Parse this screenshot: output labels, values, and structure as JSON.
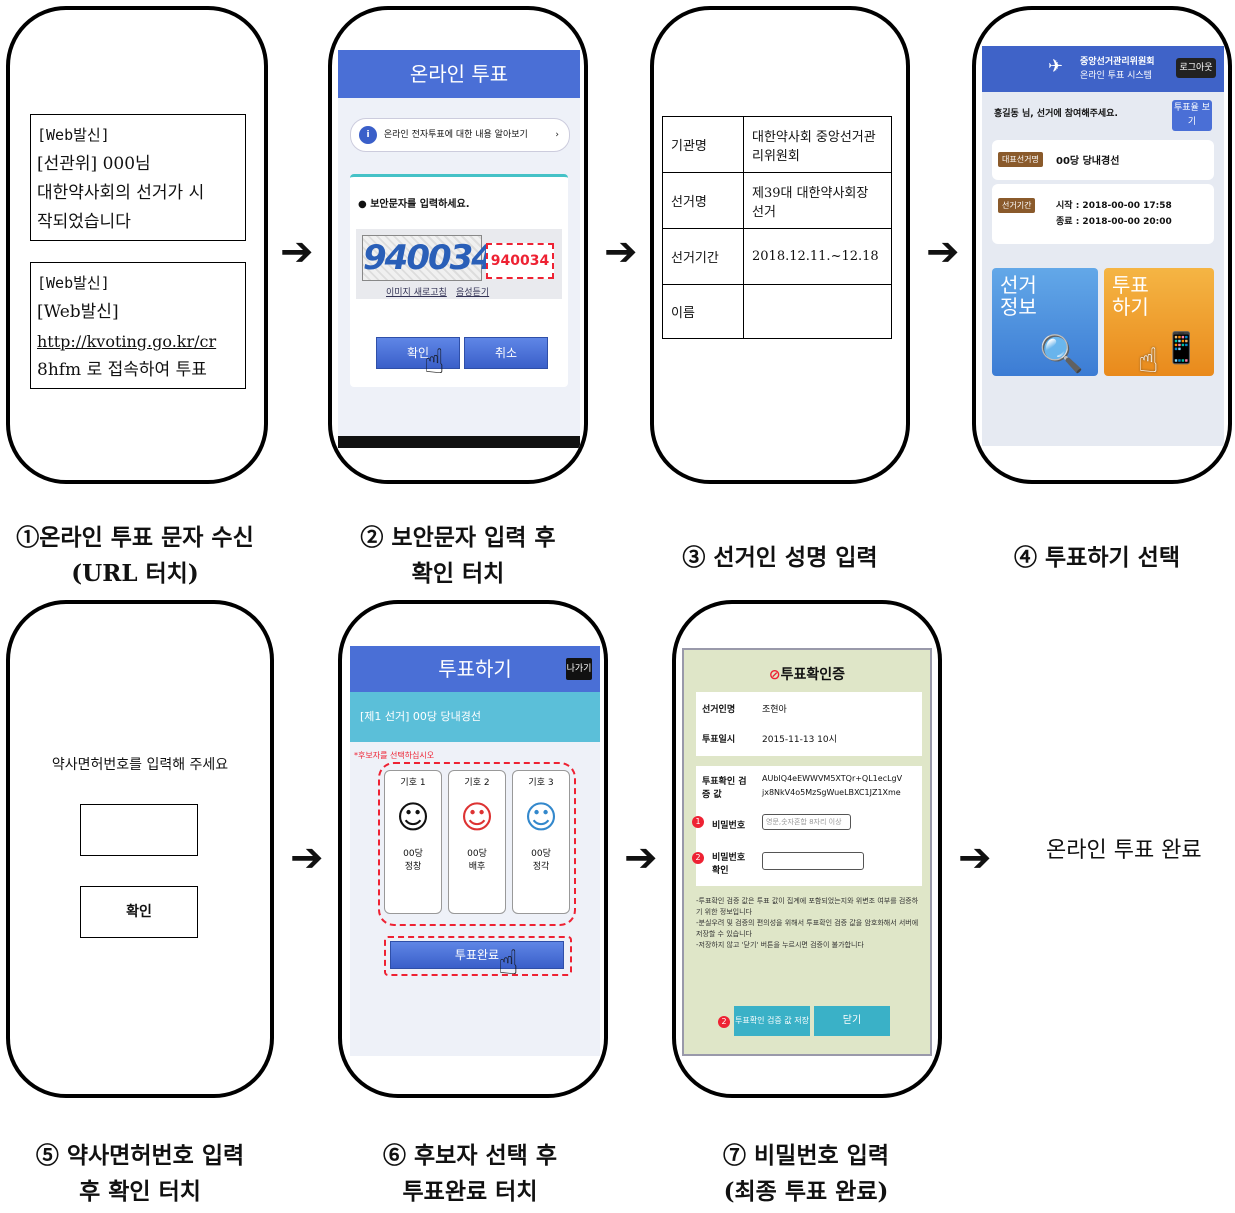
{
  "steps": [
    {
      "caption1": "①온라인 투표 문자 수신",
      "caption2": "(URL 터치)"
    },
    {
      "caption1": "② 보안문자 입력 후",
      "caption2": "확인 터치"
    },
    {
      "caption1": "③ 선거인 성명 입력",
      "caption2": ""
    },
    {
      "caption1": "④ 투표하기 선택",
      "caption2": ""
    },
    {
      "caption1": "⑤ 약사면허번호 입력",
      "caption2": "후 확인 터치"
    },
    {
      "caption1": "⑥ 후보자 선택 후",
      "caption2": "투표완료 터치"
    },
    {
      "caption1": "⑦ 비밀번호 입력",
      "caption2": "(최종 투표 완료)"
    }
  ],
  "final_text": "온라인 투표 완료",
  "arrow_glyph": "➔",
  "sms": {
    "msg1": {
      "line1": "[Web발신]",
      "line2": "[선관위] 000님",
      "line3": "대한약사회의 선거가 시",
      "line4": "작되었습니다"
    },
    "msg2": {
      "line1": "[Web발신]",
      "line2": "[Web발신]",
      "line3": "http://kvoting.go.kr/cr",
      "line4": "8hfm    로 접속하여 투표"
    }
  },
  "captcha_screen": {
    "title": "온라인 투표",
    "info": "온라인 전자투표에 대한 내용 알아보기",
    "prompt": "보안문자를 입력하세요.",
    "captcha_image_text": "940034",
    "captcha_input": "940034",
    "refresh_link": "이미지 새로고침",
    "audio_link": "음성듣기",
    "ok": "확인",
    "cancel": "취소"
  },
  "election_table": {
    "rows": [
      {
        "label": "기관명",
        "value": "대한약사회 중앙선거관리위원회"
      },
      {
        "label": "선거명",
        "value": "제39대 대한약사회장 선거"
      },
      {
        "label": "선거기간",
        "value": "2018.12.11.~12.18"
      },
      {
        "label": "이름",
        "value": ""
      }
    ]
  },
  "vote_select_screen": {
    "org": "중앙선거관리위원회",
    "system": "온라인 투표 시스템",
    "logout": "로그아웃",
    "greeting": "홍길동 님, 선거에 참여해주세요.",
    "view_vote": "투표율 보기",
    "election_label": "대표선거명",
    "election_name": "00당 당내경선",
    "period_label": "선거기간",
    "start": "시작 : 2018-00-00 17:58",
    "end": "종료 : 2018-00-00 20:00",
    "tile_info": "선거 정보",
    "tile_vote": "투표 하기"
  },
  "license_screen": {
    "prompt": "약사면허번호를 입력해 주세요",
    "input_value": "",
    "ok": "확인"
  },
  "candidate_screen": {
    "title": "투표하기",
    "corner_btn": "나가기",
    "election": "[제1 선거] 00당 당내경선",
    "notice": "*후보자를 선택하십시오",
    "candidates": [
      {
        "num": "기호 1",
        "party": "00당",
        "name": "정창"
      },
      {
        "num": "기호 2",
        "party": "00당",
        "name": "배후"
      },
      {
        "num": "기호 3",
        "party": "00당",
        "name": "정각"
      }
    ],
    "complete": "투표완료"
  },
  "confirm_screen": {
    "title": "투표확인증",
    "voter_label": "선거인명",
    "voter_value": "조현아",
    "date_label": "투표일시",
    "date_value": "2015-11-13 10시",
    "code_label": "투표확인 검증 값",
    "code_line1": "AUbIQ4eEWWVM5XTQr+QL1ecLgV",
    "code_line2": "jx8NkV4o5MzSgWueLBXC1JZ1Xme",
    "pw_label": "비밀번호",
    "pw_placeholder": "영문,숫자혼합 8자리 이상",
    "pw_confirm_label": "비밀번호 확인",
    "note1": "-투표확인 검증 값은 투표 값이 집계에 포함되었는지와 위변조 여부를 검증하기 위한 정보입니다",
    "note2": "-분실우려 및 검증의 편의성을 위해서 투표확인 검증 값을 암호화해서 서버에 저장할 수 있습니다",
    "note3": "-저장하지 않고 '닫기' 버튼을 누르시면 검증이 불가합니다",
    "save_btn": "투표확인 검증 값 저장",
    "close_btn": "닫기",
    "marker1": "1",
    "marker2": "2"
  }
}
